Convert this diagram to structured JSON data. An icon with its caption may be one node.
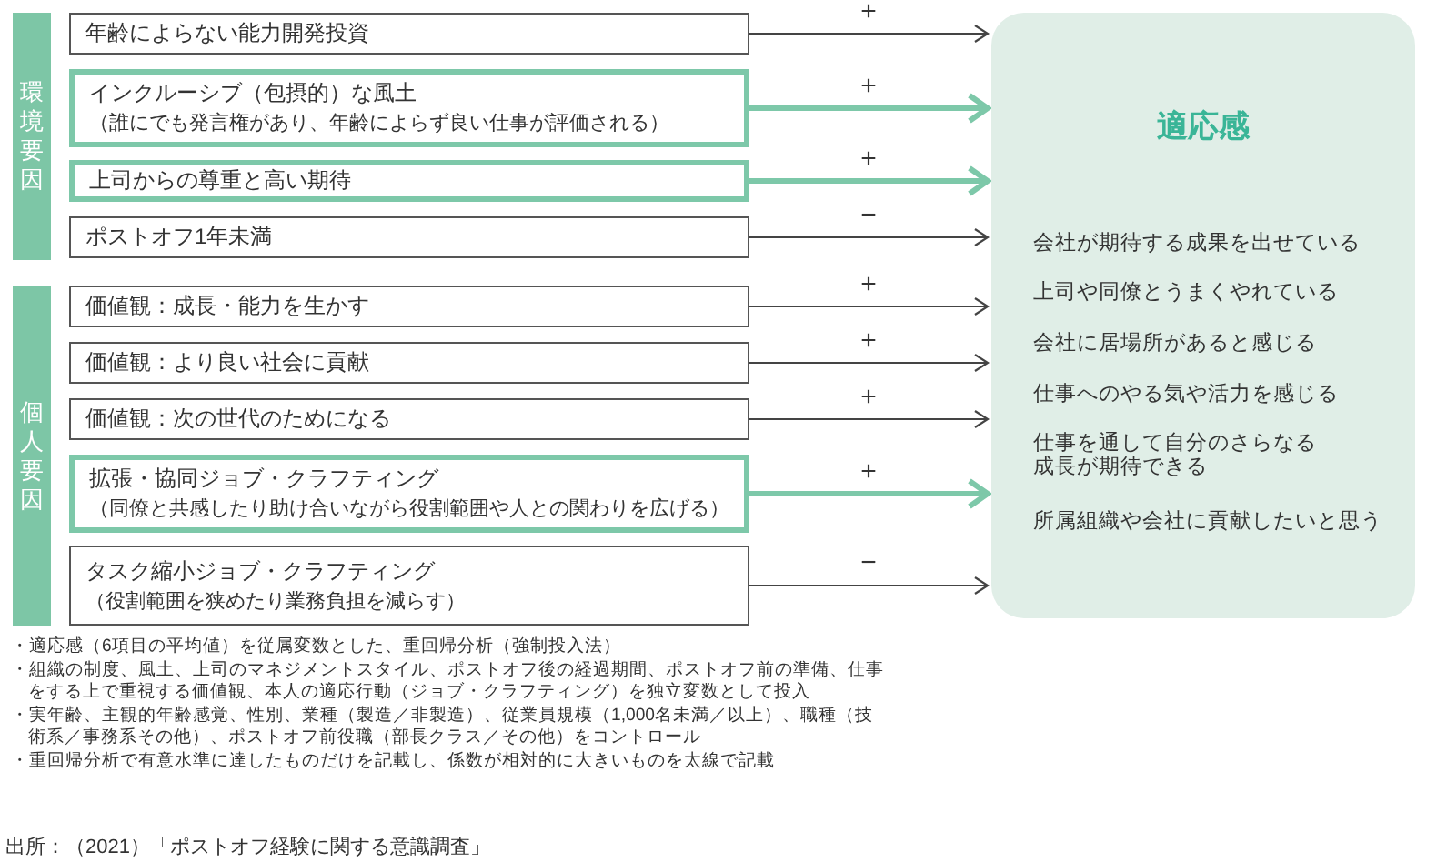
{
  "diagram": {
    "nodes": [
      {
        "text": [
          "環境要因"
        ]
      },
      {
        "text": [
          "年齢によらない能力開発投資"
        ]
      },
      {
        "text": [
          "インクルーシブ（包摂的）な風土",
          "（誰にでも発言権があり、年齢によらず良い仕事が評価される）"
        ]
      },
      {
        "text": [
          "上司からの尊重と高い期待"
        ]
      },
      {
        "text": [
          "ポストオフ1年未満"
        ]
      },
      {
        "text": [
          "個人要因"
        ]
      },
      {
        "text": [
          "価値観：成長・能力を生かす"
        ]
      },
      {
        "text": [
          "価値観：より良い社会に貢献"
        ]
      },
      {
        "text": [
          "価値観：次の世代のためになる"
        ]
      },
      {
        "text": [
          "拡張・協同ジョブ・クラフティング",
          "（同僚と共感したり助け合いながら役割範囲や人との関わりを広げる）"
        ]
      },
      {
        "text": [
          "タスク縮小ジョブ・クラフティング",
          "（役割範囲を狭めたり業務負担を減らす）"
        ]
      },
      {
        "text": [
          "適応感",
          "会社が期待する成果を出せている",
          "上司や同僚とうまくやれている",
          "会社に居場所があると感じる",
          "仕事へのやる気や活力を感じる",
          "仕事を通して自分のさらなる成長が期待できる",
          "所属組織や会社に貢献したいと思う"
        ]
      }
    ],
    "edges": [
      {
        "from": 1,
        "to": 11,
        "arrow": "to",
        "label": "+"
      },
      {
        "from": 2,
        "to": 11,
        "arrow": "to",
        "label": "+",
        "style": "thick",
        "color": "#7dc8a9"
      },
      {
        "from": 3,
        "to": 11,
        "arrow": "to",
        "label": "+",
        "style": "thick",
        "color": "#7dc8a9"
      },
      {
        "from": 4,
        "to": 11,
        "arrow": "to",
        "label": "−"
      },
      {
        "from": 6,
        "to": 11,
        "arrow": "to",
        "label": "+"
      },
      {
        "from": 7,
        "to": 11,
        "arrow": "to",
        "label": "+"
      },
      {
        "from": 8,
        "to": 11,
        "arrow": "to",
        "label": "+"
      },
      {
        "from": 9,
        "to": 11,
        "arrow": "to",
        "label": "+",
        "style": "thick",
        "color": "#7dc8a9"
      },
      {
        "from": 10,
        "to": 11,
        "arrow": "to",
        "label": "−"
      }
    ],
    "labels": [
      "・適応感（6項目の平均値）を従属変数とした、重回帰分析（強制投入法）",
      "・組織の制度、風土、上司のマネジメントスタイル、ポストオフ後の経過期間、ポストオフ前の準備、仕事をする上で重視する価値観、本人の適応行動（ジョブ・クラフティング）を独立変数として投入",
      "・実年齢、主観的年齢感覚、性別、業種（製造／非製造）、従業員規模（1,000名未満／以上）、職種（技術系／事務系その他）、ポストオフ前役職（部長クラス／その他）をコントロール",
      "・重回帰分析で有意水準に達したものだけを記載し、係数が相対的に大きいものを太線で記載",
      "出所：（2021）「ポストオフ経験に関する意識調査」"
    ]
  }
}
